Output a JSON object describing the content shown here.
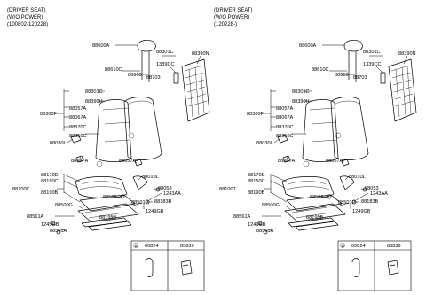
{
  "panels": {
    "left": {
      "header": [
        "(DRIVER SEAT)",
        "(W/O POWER)",
        "(100802-120228)"
      ],
      "labels": {
        "headrest": "88600A",
        "guide1": "88610C",
        "guide2": "88610",
        "bracket": "88301C",
        "knob": "1339CC",
        "back_frame": "88390N",
        "bolt": "88703",
        "cover_upper": "88301C",
        "pad_upper": "88390H",
        "frame_a": "88057A",
        "back_assy": "88300F",
        "frame_b": "88067A",
        "frame_c": "88370C",
        "clip": "88350C",
        "cover_lower": "88030L",
        "hinge_l": "88067A",
        "hinge_r": "88057A",
        "cushion_cover": "88170D",
        "cushion_pad": "88150C",
        "cushion_assy": "88100C",
        "cushion_frame": "88190B",
        "lever": "88010L",
        "bolt2": "88053",
        "bolt3": "1243AA",
        "track": "88500G",
        "washer": "88569",
        "pin": "88501P",
        "screw": "88183B",
        "nut": "1249GB",
        "rail": "88195B",
        "stopper": "88561A",
        "rail_cover": "88561A",
        "nut2": "1245GB"
      }
    },
    "right": {
      "header": [
        "(DRIVER SEAT)",
        "(W/O POWER)",
        "(120228-)"
      ],
      "labels": {
        "headrest": "88600A",
        "guide1": "88610C",
        "guide2": "88610",
        "bracket": "88301C",
        "knob": "1339CC",
        "back_frame": "88390N",
        "bolt": "88703",
        "cover_upper": "88301C",
        "pad_upper": "88390H",
        "frame_a": "88057A",
        "back_assy": "88300F",
        "frame_b": "88067A",
        "frame_c": "88370C",
        "clip": "88350C",
        "cover_lower": "88030L",
        "hinge_l": "88067A",
        "hinge_r": "88057A",
        "cushion_cover": "88170D",
        "cushion_pad": "88150C",
        "cushion_assy": "88100T",
        "cushion_frame": "88190B",
        "lever": "88010L",
        "bolt2": "88053",
        "bolt3": "1243AA",
        "track": "88500G",
        "washer": "88569",
        "pin": "88501P",
        "screw": "88183B",
        "nut": "1249GB",
        "rail": "88195B",
        "stopper": "88561A",
        "rail_cover": "88561A",
        "nut2": "1249GB"
      }
    }
  },
  "legend": {
    "callout_letter": "a",
    "col1_code": "00824",
    "col2_code": "85839"
  }
}
